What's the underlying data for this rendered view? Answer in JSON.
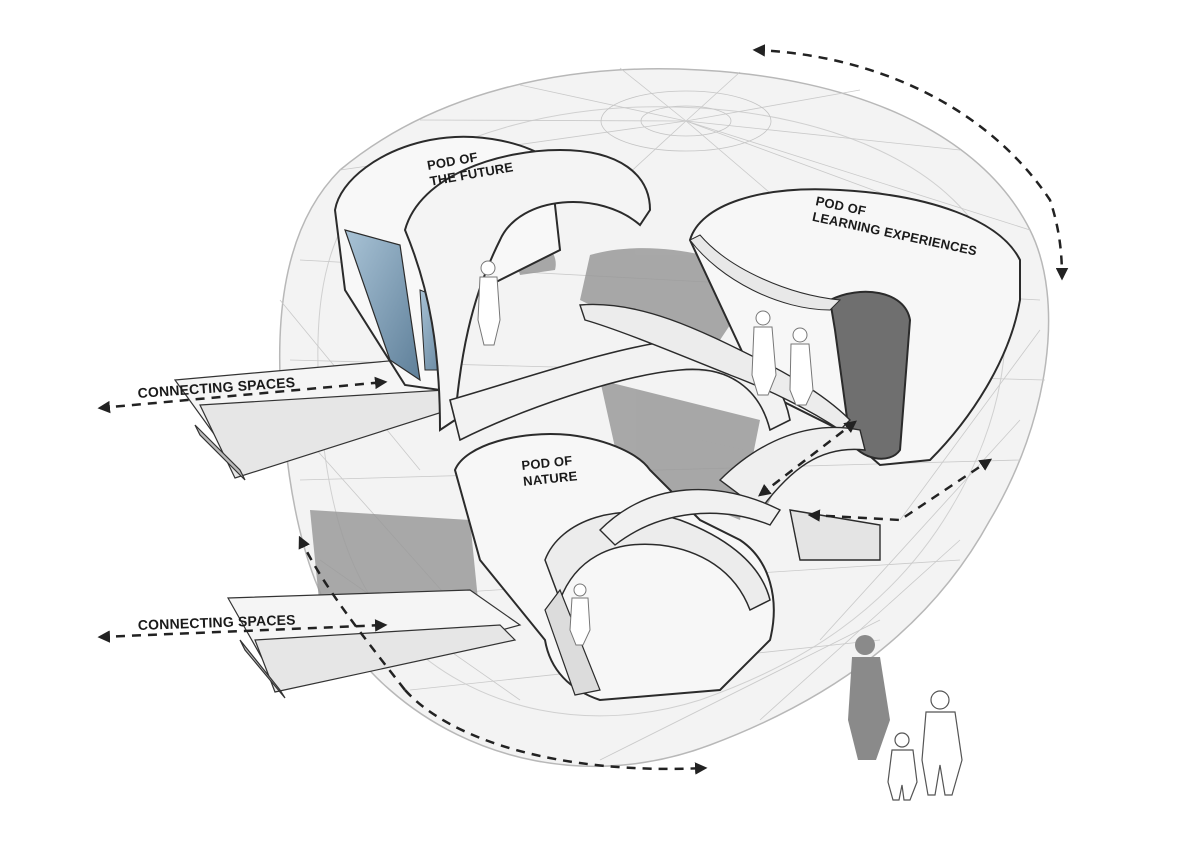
{
  "labels": {
    "pod_future": [
      "POD OF",
      "THE FUTURE"
    ],
    "pod_learning": [
      "POD OF",
      "LEARNING EXPERIENCES"
    ],
    "pod_nature": [
      "POD OF",
      "NATURE"
    ],
    "connecting_top": "CONNECTING SPACES",
    "connecting_bottom": "CONNECTING SPACES"
  },
  "colors": {
    "shell_stroke": "#b5b5b5",
    "shell_fill": "#f2f2f2",
    "shadow": "#9a9a9a",
    "pod_fill": "#f7f7f7",
    "pod_stroke": "#333333",
    "glazing": "#7fa3bf",
    "arrow": "#222222"
  }
}
